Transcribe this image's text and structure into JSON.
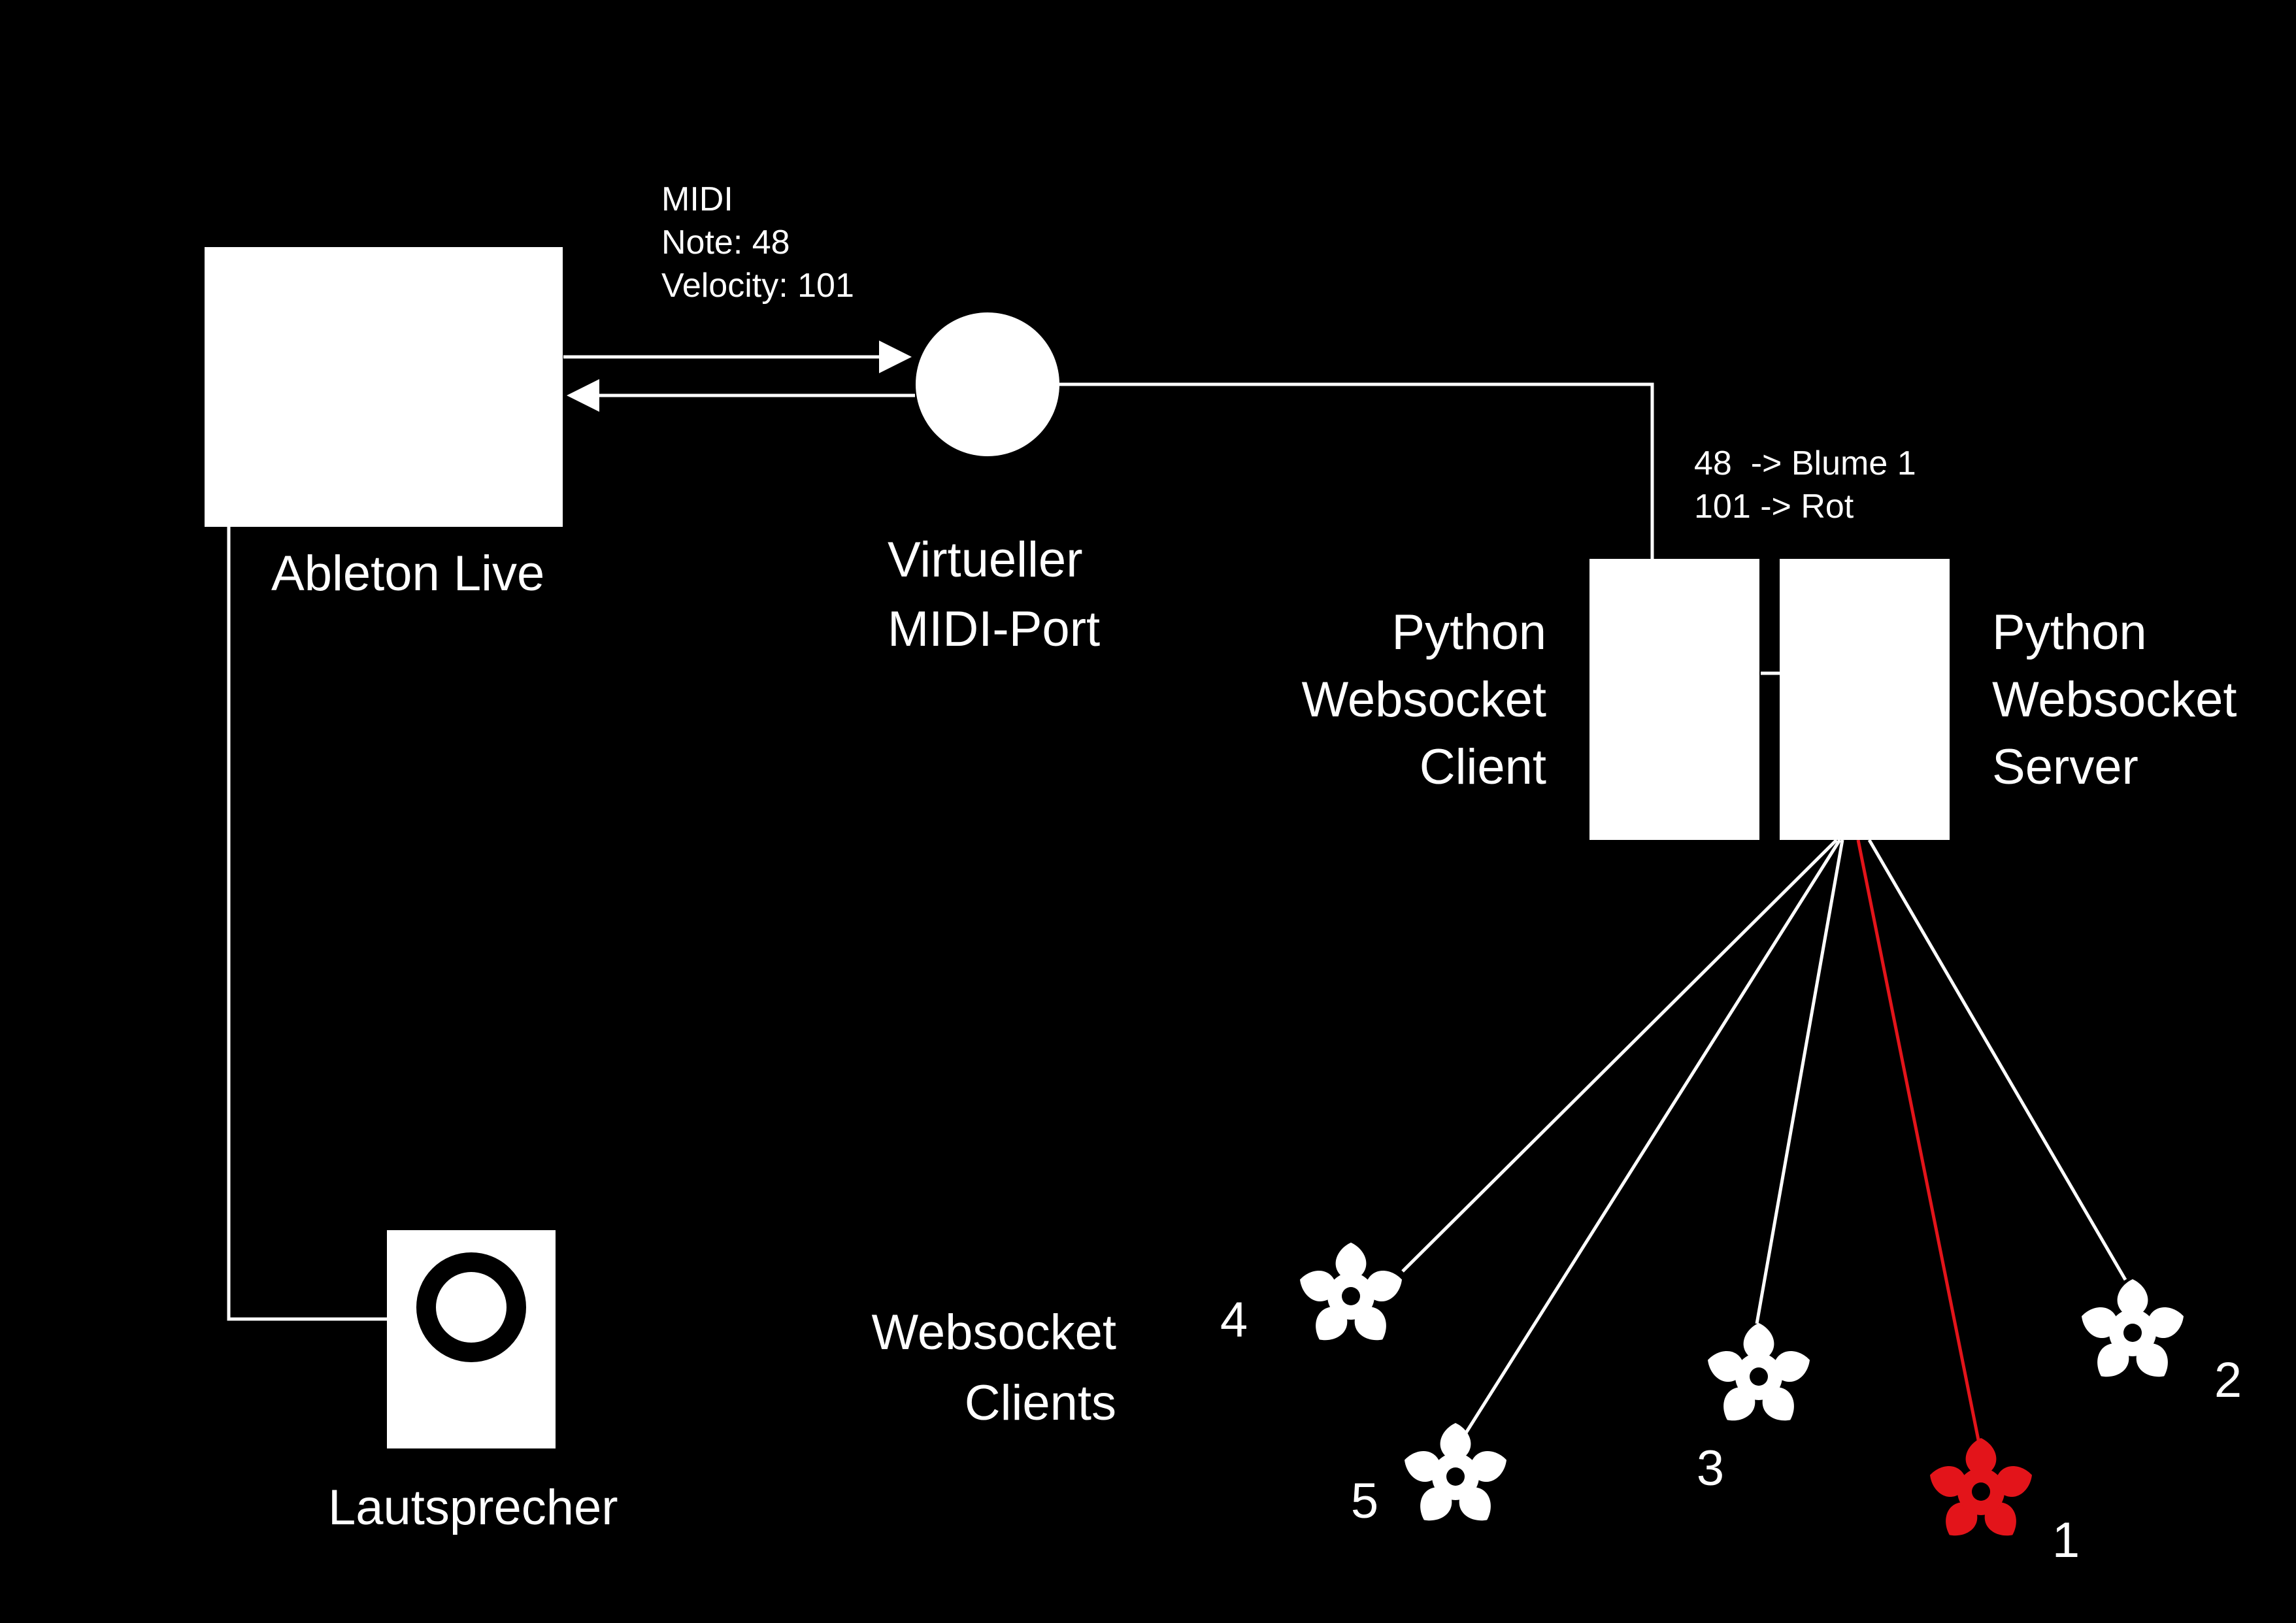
{
  "colors": {
    "background": "#000000",
    "foreground": "#ffffff",
    "highlight": "#e3141a"
  },
  "nodes": {
    "ableton": {
      "label": "Ableton Live"
    },
    "midi_port": {
      "label_lines": [
        "Virtueller",
        "MIDI-Port"
      ]
    },
    "ws_client": {
      "label_lines": [
        "Python",
        "Websocket",
        "Client"
      ]
    },
    "ws_server": {
      "label_lines": [
        "Python",
        "Websocket",
        "Server"
      ]
    },
    "speaker": {
      "label": "Lautsprecher",
      "icon": "speaker-icon"
    },
    "clients_group": {
      "label_lines": [
        "Websocket",
        "Clients"
      ]
    }
  },
  "annotations": {
    "midi_message": [
      "MIDI",
      "Note: 48",
      "Velocity: 101"
    ],
    "mapping": [
      "48  -> Blume 1",
      "101 -> Rot"
    ]
  },
  "flowers": [
    {
      "id": "1",
      "icon": "flower-icon",
      "highlighted": true
    },
    {
      "id": "2",
      "icon": "flower-icon",
      "highlighted": false
    },
    {
      "id": "3",
      "icon": "flower-icon",
      "highlighted": false
    },
    {
      "id": "4",
      "icon": "flower-icon",
      "highlighted": false
    },
    {
      "id": "5",
      "icon": "flower-icon",
      "highlighted": false
    }
  ]
}
